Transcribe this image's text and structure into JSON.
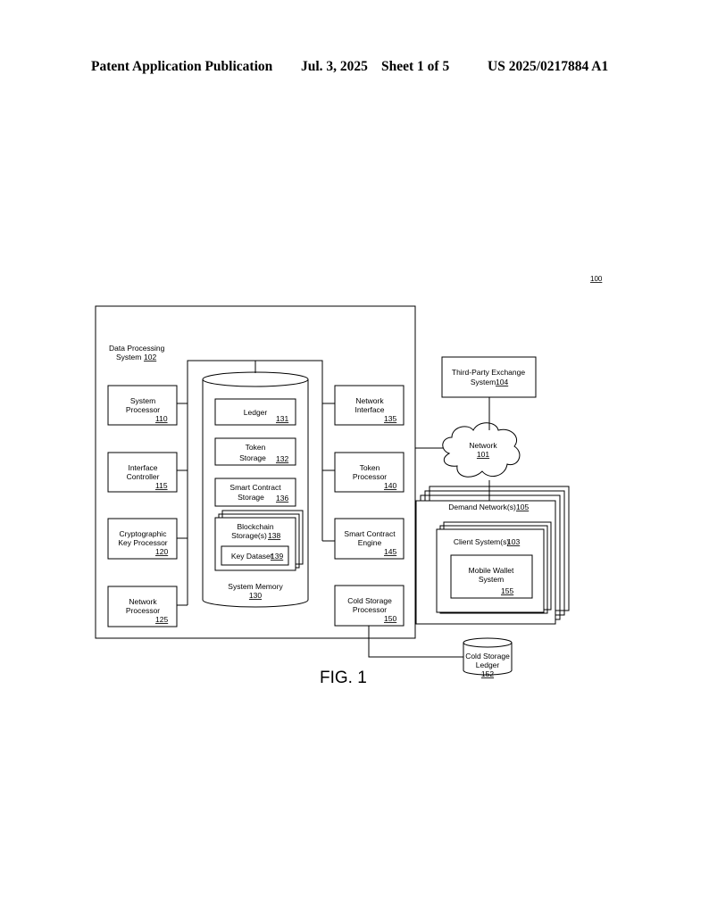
{
  "header": {
    "left": "Patent Application Publication",
    "date": "Jul. 3, 2025",
    "sheet": "Sheet 1 of 5",
    "number": "US 2025/0217884 A1"
  },
  "figure": {
    "ref": "100",
    "caption": "FIG. 1",
    "dps": {
      "label": "Data Processing",
      "label2": "System",
      "num": "102"
    },
    "system_processor": {
      "l1": "System",
      "l2": "Processor",
      "num": "110"
    },
    "interface_controller": {
      "l1": "Interface",
      "l2": "Controller",
      "num": "115"
    },
    "crypto_processor": {
      "l1": "Cryptographic",
      "l2": "Key Processor",
      "num": "120"
    },
    "network_processor": {
      "l1": "Network",
      "l2": "Processor",
      "num": "125"
    },
    "system_memory": {
      "label": "System Memory",
      "num": "130"
    },
    "ledger": {
      "label": "Ledger",
      "num": "131"
    },
    "token_storage": {
      "l1": "Token",
      "l2": "Storage",
      "num": "132"
    },
    "smart_contract_storage": {
      "l1": "Smart Contract",
      "l2": "Storage",
      "num": "136"
    },
    "blockchain_storage": {
      "l1": "Blockchain",
      "l2": "Storage(s)",
      "num": "138"
    },
    "key_dataset": {
      "label": "Key Dataset",
      "num": "139"
    },
    "network_interface": {
      "l1": "Network",
      "l2": "Interface",
      "num": "135"
    },
    "token_processor": {
      "l1": "Token",
      "l2": "Processor",
      "num": "140"
    },
    "smart_contract_engine": {
      "l1": "Smart Contract",
      "l2": "Engine",
      "num": "145"
    },
    "cold_storage_processor": {
      "l1": "Cold Storage",
      "l2": "Processor",
      "num": "150"
    },
    "third_party": {
      "l1": "Third-Party Exchange",
      "l2": "System",
      "num": "104"
    },
    "network": {
      "label": "Network",
      "num": "101"
    },
    "demand_networks": {
      "label": "Demand Network(s)",
      "num": "105"
    },
    "client_systems": {
      "label": "Client System(s)",
      "num": "103"
    },
    "mobile_wallet": {
      "l1": "Mobile Wallet",
      "l2": "System",
      "num": "155"
    },
    "cold_storage_ledger": {
      "l1": "Cold Storage",
      "l2": "Ledger",
      "num": "152"
    }
  }
}
